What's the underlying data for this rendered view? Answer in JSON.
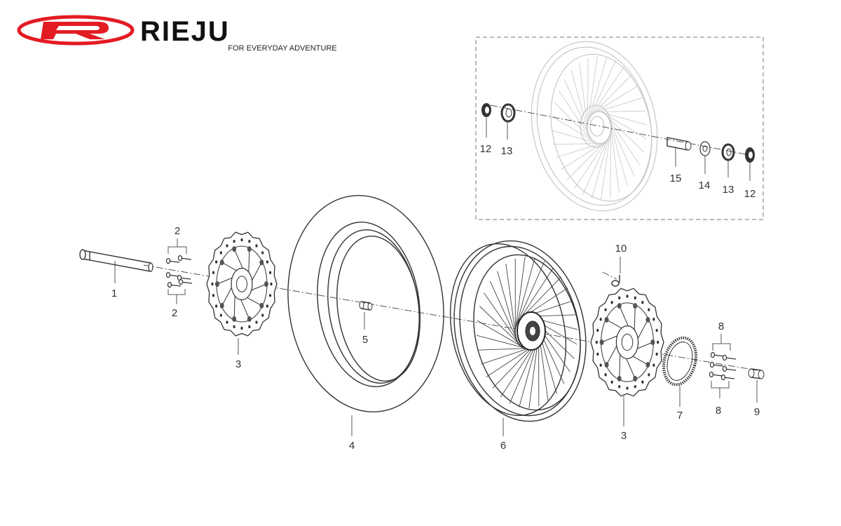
{
  "brand": {
    "name": "RIEJU",
    "tagline": "FOR EVERYDAY ADVENTURE",
    "logo_color": "#e31b23"
  },
  "inset": {
    "callouts": [
      "12",
      "13",
      "15",
      "14",
      "13",
      "12"
    ]
  },
  "callouts": [
    "1",
    "2",
    "2",
    "3",
    "4",
    "5",
    "6",
    "10",
    "3",
    "7",
    "8",
    "8",
    "9"
  ],
  "colors": {
    "line": "#333333",
    "light_line": "#c8c8c8"
  }
}
